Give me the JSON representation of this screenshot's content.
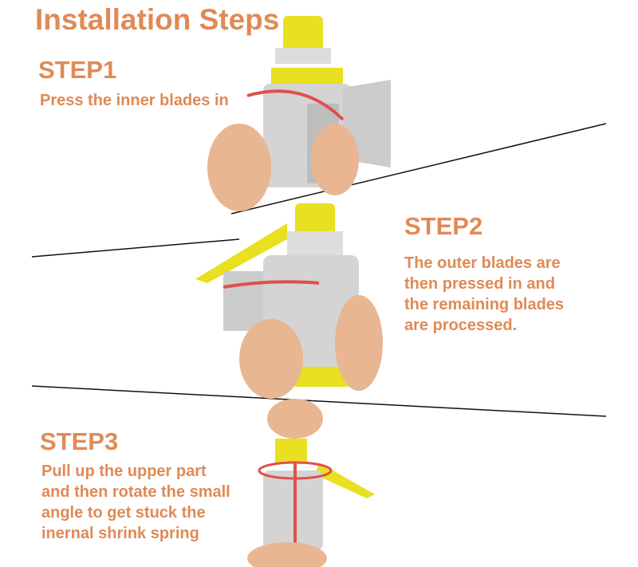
{
  "title": "Installation Steps",
  "steps": [
    {
      "label": "STEP1",
      "description": [
        "Press the inner blades in"
      ]
    },
    {
      "label": "STEP2",
      "description": [
        "The outer blades are",
        "then pressed in and",
        "the remaining blades",
        "are processed."
      ]
    },
    {
      "label": "STEP3",
      "description": [
        "Pull up the upper part",
        "and then rotate the small",
        "angle to get stuck the",
        "inernal shrink spring"
      ]
    }
  ],
  "colors": {
    "text": "#E08A55",
    "yellow": "#E8E020",
    "gray": "#D4D4D4",
    "arrow": "#E0504A"
  }
}
